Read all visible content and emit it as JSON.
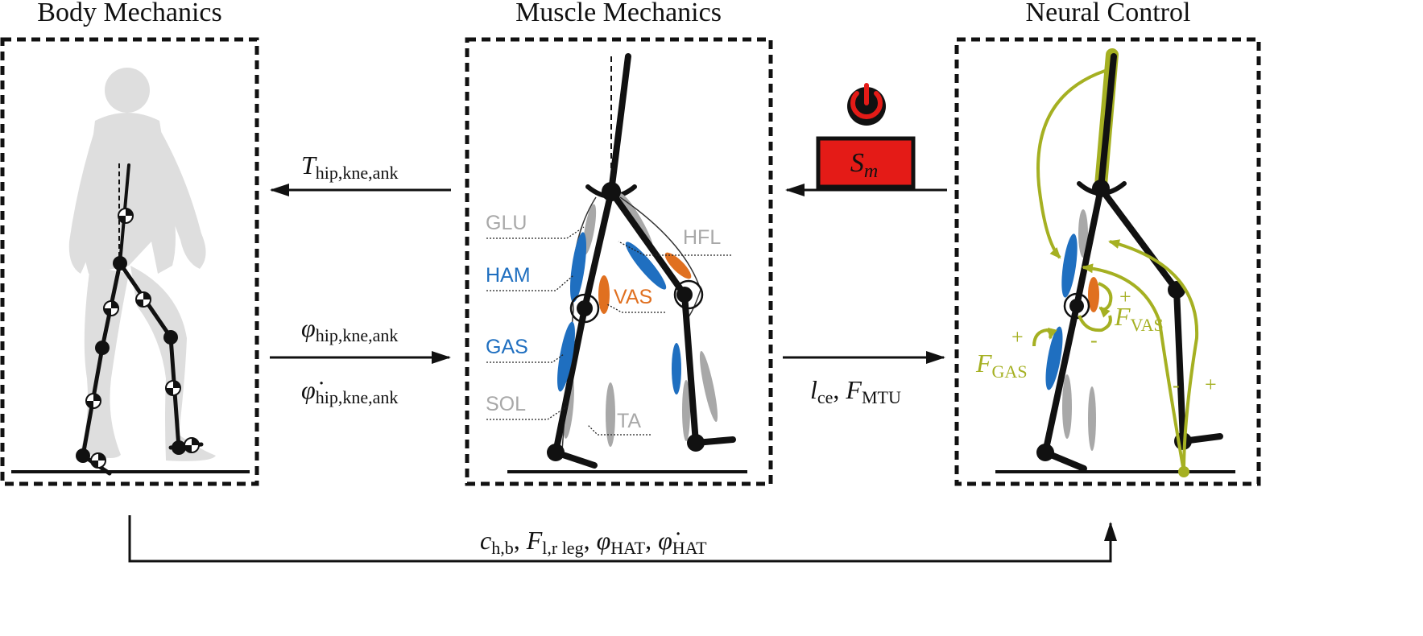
{
  "panels": {
    "body_title": "Body Mechanics",
    "muscle_title": "Muscle Mechanics",
    "neural_title": "Neural Control"
  },
  "arrows": {
    "torque": {
      "symbol": "T",
      "subscript": "hip,kne,ank"
    },
    "angle": {
      "symbol": "φ",
      "subscript": "hip,kne,ank"
    },
    "angle_rate": {
      "symbol": "φ̇",
      "subscript": "hip,kne,ank"
    },
    "muscle_fb_l": {
      "symbol": "l",
      "subscript": "ce"
    },
    "muscle_fb_sep": ",",
    "muscle_fb_f": {
      "symbol": "F",
      "subscript": "MTU"
    },
    "stim": {
      "symbol": "S",
      "subscript": "m"
    },
    "bottom": {
      "c": {
        "symbol": "c",
        "subscript": "h,b"
      },
      "f": {
        "symbol": "F",
        "subscript": "l,r leg"
      },
      "phi": {
        "symbol": "φ",
        "subscript": "HAT"
      },
      "phidot": {
        "symbol": "φ̇",
        "subscript": "HAT"
      },
      "sep": ","
    }
  },
  "muscles": {
    "glu": "GLU",
    "ham": "HAM",
    "gas": "GAS",
    "sol": "SOL",
    "hfl": "HFL",
    "vas": "VAS",
    "ta": "TA"
  },
  "reflex": {
    "f_vas": {
      "symbol": "F",
      "subscript": "VAS"
    },
    "f_gas": {
      "symbol": "F",
      "subscript": "GAS"
    },
    "plus": "+",
    "minus": "-"
  },
  "colors": {
    "blue_muscle": "#1f6fc0",
    "orange_muscle": "#e07020",
    "gray_muscle": "#a8a8a8",
    "reflex_green": "#a5b022",
    "stim_red": "#e41b17",
    "frame": "#111111"
  },
  "icons": {
    "power": "power-icon",
    "com_marker": "center-of-mass-marker-icon"
  }
}
